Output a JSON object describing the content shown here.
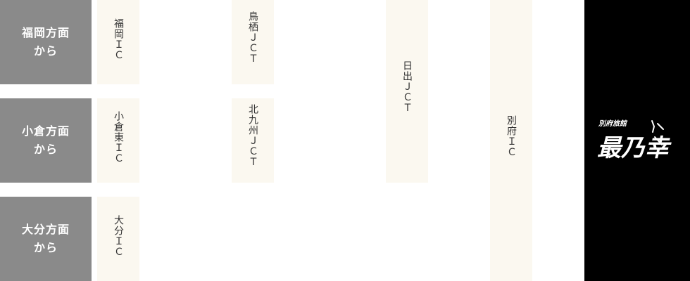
{
  "origins": [
    {
      "line1": "福岡方面",
      "line2": "から"
    },
    {
      "line1": "小倉方面",
      "line2": "から"
    },
    {
      "line1": "大分方面",
      "line2": "から"
    }
  ],
  "interchanges": {
    "fukuoka_ic": "福岡ＩＣ",
    "kokura_higashi_ic": "小倉東ＩＣ",
    "oita_ic": "大分ＩＣ",
    "tosu_jct": "鳥栖ＪＣＴ",
    "kitakyushu_jct": "北九州ＪＣＴ",
    "hiji_jct": "日出ＪＣＴ",
    "beppu_ic": "別府ＩＣ"
  },
  "logo": {
    "small_text": "別府旅館",
    "main_text": "最乃幸",
    "background": "#000000"
  },
  "colors": {
    "origin_bg": "#8a8a8a",
    "box_bg": "#fbf8f0"
  }
}
